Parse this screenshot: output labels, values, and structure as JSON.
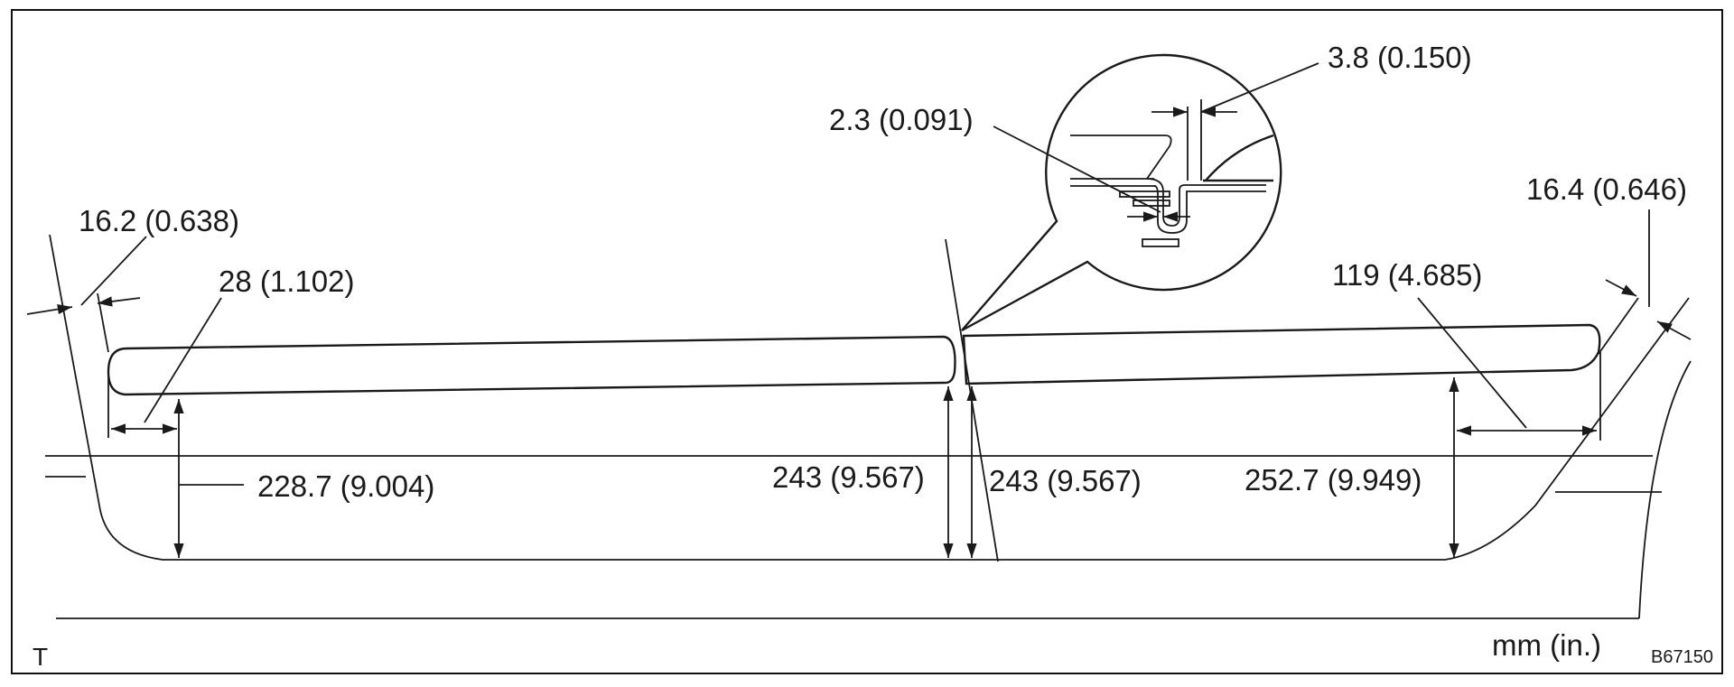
{
  "dimensions": {
    "d_16_2": "16.2 (0.638)",
    "d_28": "28 (1.102)",
    "d_228_7": "228.7 (9.004)",
    "d_243_left": "243 (9.567)",
    "d_243_right": "243 (9.567)",
    "d_2_3": "2.3 (0.091)",
    "d_3_8": "3.8 (0.150)",
    "d_119": "119 (4.685)",
    "d_252_7": "252.7 (9.949)",
    "d_16_4": "16.4 (0.646)"
  },
  "footer": {
    "corner_mark": "T",
    "units": "mm (in.)",
    "figure_code": "B67150"
  },
  "colors": {
    "line": "#1a1a1a",
    "background": "#ffffff"
  }
}
